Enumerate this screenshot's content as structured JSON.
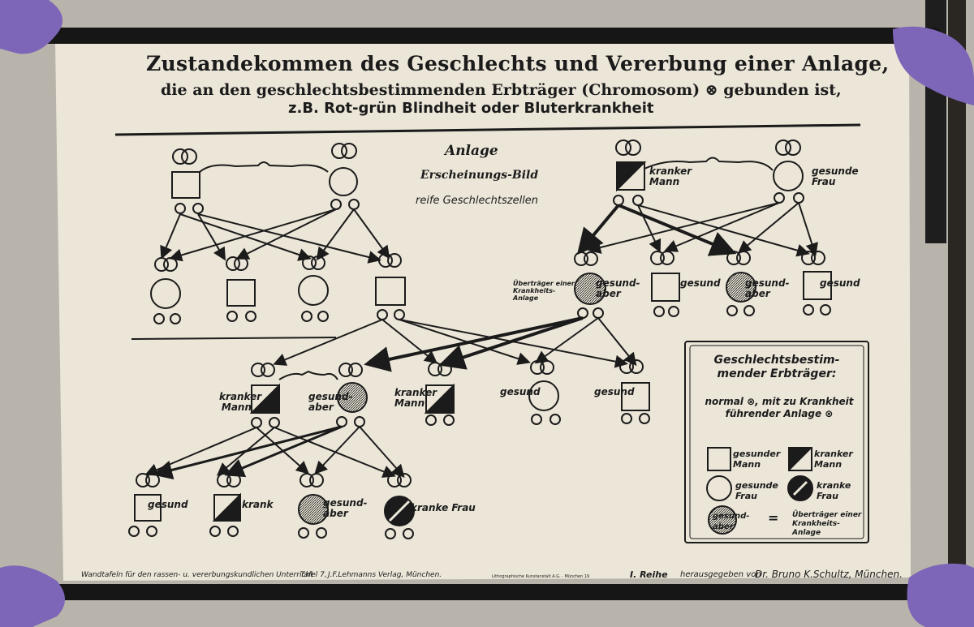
{
  "title": {
    "line1": "Zustandekommen des Geschlechts und Vererbung einer Anlage,",
    "line2": "die an den geschlechtsbestimmenden Erbträger (Chromosom) ⊗ gebunden ist,",
    "line3": "z.B. Rot-grün Blindheit oder Bluterkrankheit"
  },
  "key": {
    "anlage": "Anlage",
    "erscheinungsbild": "Erscheinungs-Bild",
    "geschlechtszellen": "reife Geschlechtszellen"
  },
  "labels": {
    "kranker_mann": "kranker Mann",
    "gesunde_frau": "gesunde Frau",
    "uebertraeger": "Überträger einer Krankheits-Anlage",
    "gesund_aber": "gesund-aber",
    "gesund": "gesund",
    "krank": "krank",
    "kranke_frau": "kranke Frau"
  },
  "legend": {
    "title": "Geschlechtsbestim-mender Erbträger:",
    "normal": "normal ⊗, mit zu Krankheit führender Anlage ⊗",
    "gesunder_mann": "gesunder Mann",
    "kranker_mann": "kranker Mann",
    "gesunde_frau": "gesunde Frau",
    "kranke_frau": "kranke Frau",
    "gesund_aber": "gesund-aber",
    "equals": "=",
    "uebertraeger": "Überträger einer Krankheits-Anlage"
  },
  "footer": {
    "left": "Wandtafeln für den rassen- u. vererbungskundlichen Unterricht",
    "tafel": "Tafel 7,",
    "verlag": "J.F.Lehmanns Verlag, München.",
    "printer": "Lithographische Kunstanstalt A.G. · München 19",
    "reihe": "I. Reihe",
    "hrsg": "herausgegeben von",
    "author": "Dr. Bruno K.Schultz, München."
  },
  "colors": {
    "background": "#b9b4ab",
    "paper": "#ebe6d8",
    "ink": "#1b1b1b",
    "roller": "#161616",
    "glove": "#7d66b8"
  }
}
